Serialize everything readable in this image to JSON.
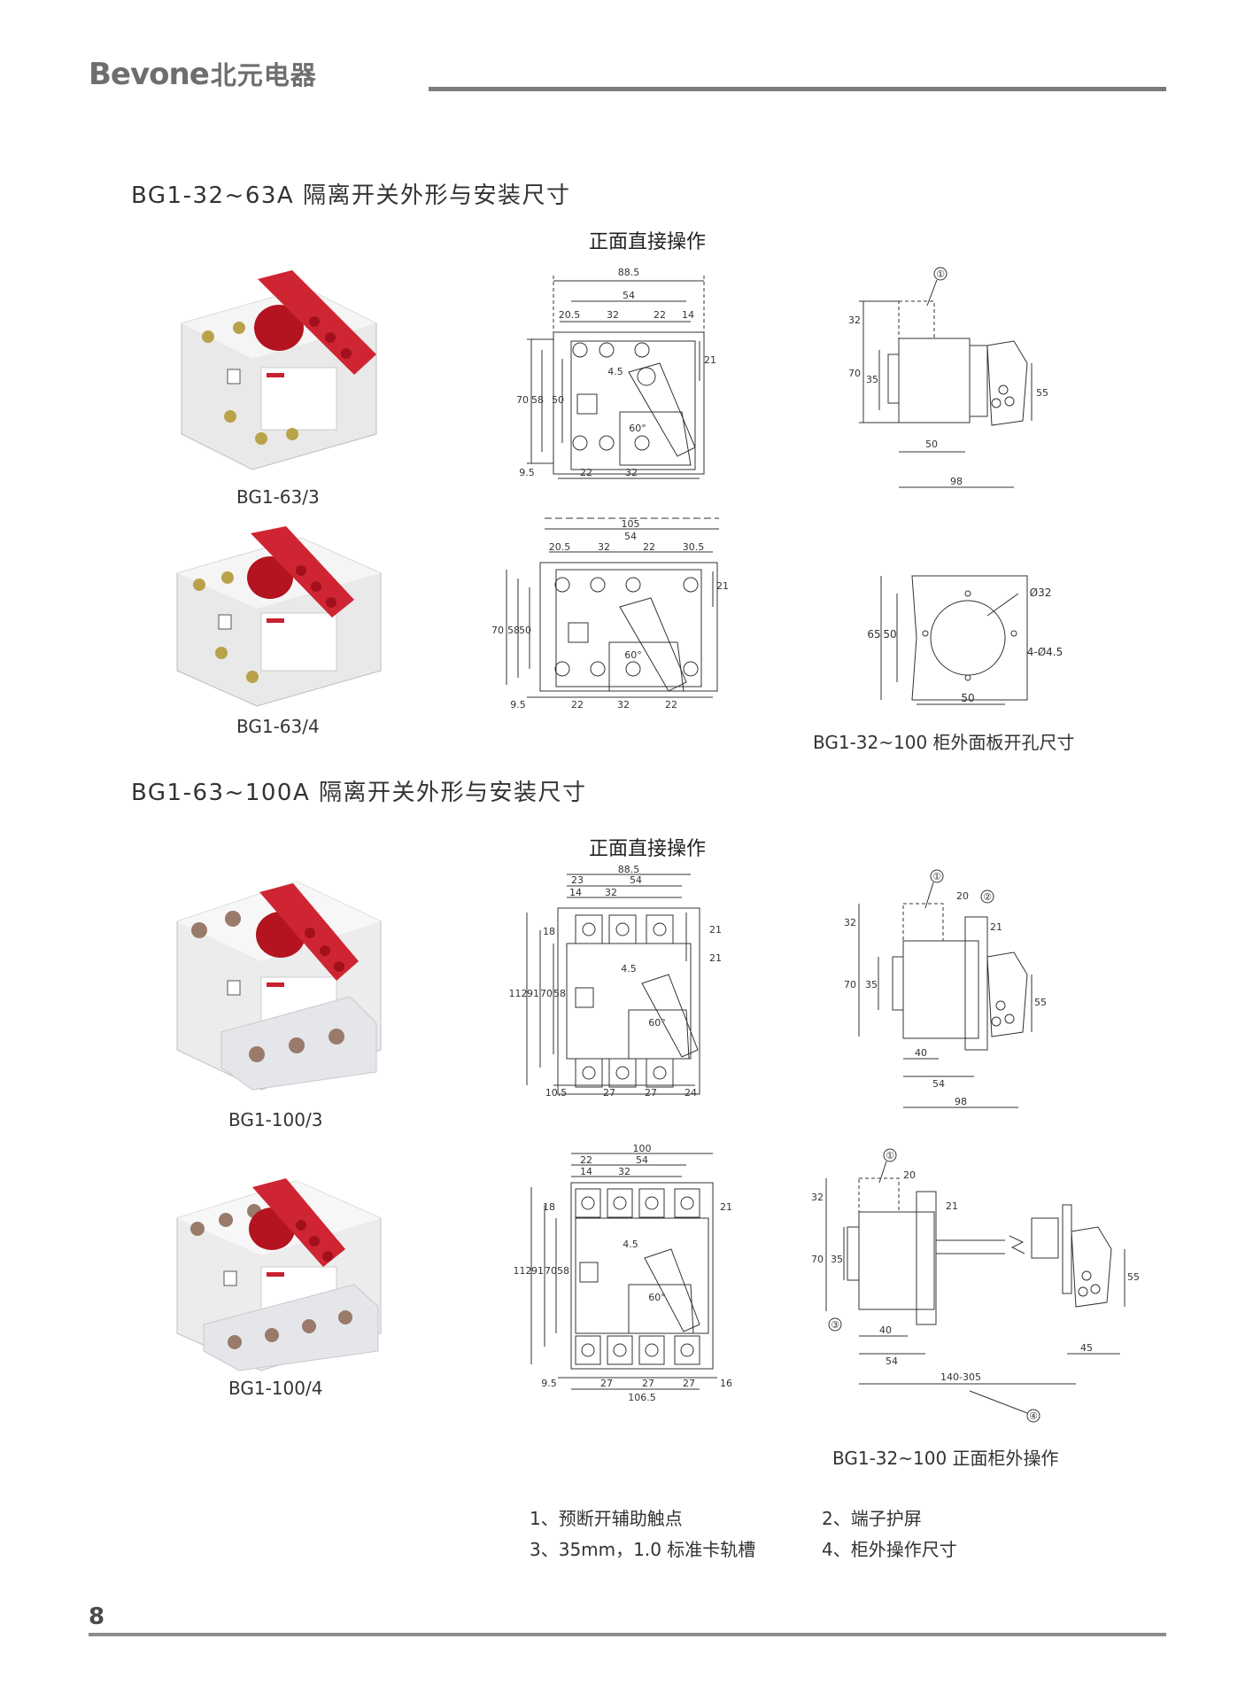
{
  "brand": {
    "latin": "Bevone",
    "chinese": "北元电器"
  },
  "page_number": "8",
  "section1": {
    "title": "BG1-32~63A 隔离开关外形与安装尺寸",
    "subtitle": "正面直接操作",
    "products": [
      "BG1-63/3",
      "BG1-63/4"
    ],
    "panel_caption": "BG1-32~100 柜外面板开孔尺寸",
    "dims": {
      "a": [
        "88.5",
        "54",
        "20.5",
        "32",
        "22",
        "14",
        "21",
        "70",
        "58",
        "50",
        "4.5",
        "60°",
        "9.5",
        "22",
        "32"
      ],
      "b": [
        "105",
        "54",
        "20.5",
        "32",
        "22",
        "30.5",
        "21",
        "70",
        "58",
        "50",
        "60°",
        "9.5",
        "22",
        "32",
        "22"
      ],
      "side": [
        "①",
        "32",
        "70",
        "35",
        "55",
        "50",
        "98"
      ],
      "panel": [
        "Ø32",
        "4-Ø4.5",
        "65",
        "50",
        "50"
      ]
    }
  },
  "section2": {
    "title": "BG1-63~100A 隔离开关外形与安装尺寸",
    "subtitle": "正面直接操作",
    "products": [
      "BG1-100/3",
      "BG1-100/4"
    ],
    "ext_caption": "BG1-32~100 正面柜外操作",
    "dims": {
      "c": [
        "88.5",
        "23",
        "54",
        "14",
        "32",
        "18",
        "21",
        "21",
        "112",
        "91",
        "70",
        "58",
        "4.5",
        "60°",
        "10.5",
        "27",
        "27",
        "24"
      ],
      "d": [
        "100",
        "22",
        "54",
        "14",
        "32",
        "18",
        "21",
        "112",
        "91",
        "70",
        "58",
        "4.5",
        "60°",
        "9.5",
        "27",
        "27",
        "27",
        "16",
        "106.5"
      ],
      "side": [
        "①",
        "②",
        "20",
        "21",
        "32",
        "70",
        "35",
        "55",
        "40",
        "54",
        "98"
      ],
      "ext": [
        "①",
        "③",
        "④",
        "20",
        "21",
        "32",
        "70",
        "35",
        "55",
        "40",
        "54",
        "45",
        "140-305"
      ]
    }
  },
  "notes": [
    "1、预断开辅助触点",
    "2、端子护屏",
    "3、35mm，1.0 标准卡轨槽",
    "4、柜外操作尺寸"
  ],
  "colors": {
    "handle": "#c8202f",
    "body": "#ededed",
    "line": "#333333",
    "rule": "#7b7b7b"
  }
}
